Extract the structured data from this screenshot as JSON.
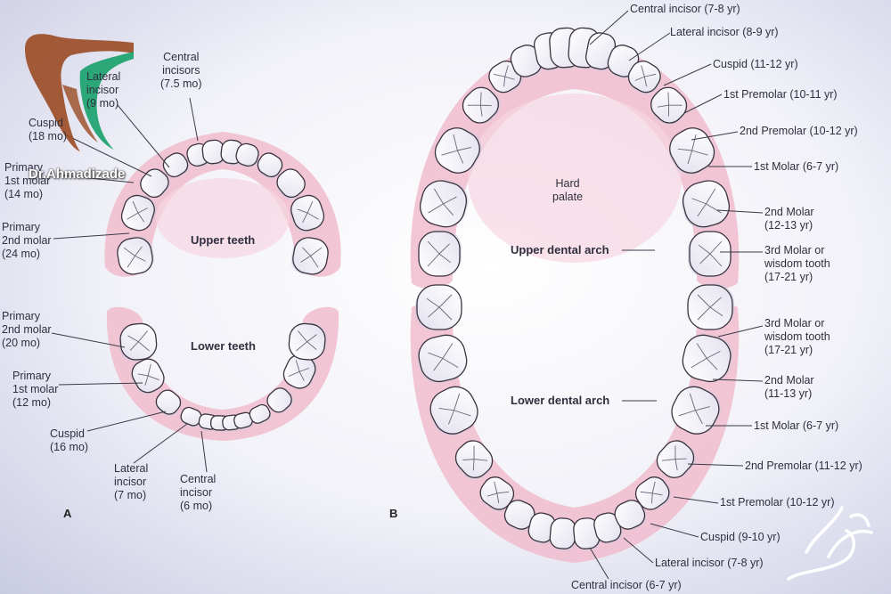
{
  "panel_a": {
    "letter": "A",
    "upper_teeth": "Upper teeth",
    "lower_teeth": "Lower teeth",
    "labels": {
      "central_incisors_upper": [
        "Central",
        "incisors",
        "(7.5 mo)"
      ],
      "lateral_incisor_upper": [
        "Lateral",
        "incisor",
        "(9 mo)"
      ],
      "cuspid_upper": [
        "Cuspid",
        "(18 mo)"
      ],
      "primary_1st_molar_upper": [
        "Primary",
        "1st molar",
        "(14 mo)"
      ],
      "primary_2nd_molar_upper": [
        "Primary",
        "2nd molar",
        "(24 mo)"
      ],
      "primary_2nd_molar_lower": [
        "Primary",
        "2nd molar",
        "(20 mo)"
      ],
      "primary_1st_molar_lower": [
        "Primary",
        "1st molar",
        "(12 mo)"
      ],
      "cuspid_lower": [
        "Cuspid",
        "(16 mo)"
      ],
      "lateral_incisor_lower": [
        "Lateral",
        "incisor",
        "(7 mo)"
      ],
      "central_incisor_lower": [
        "Central",
        "incisor",
        "(6 mo)"
      ]
    }
  },
  "panel_b": {
    "letter": "B",
    "hard_palate": [
      "Hard",
      "palate"
    ],
    "upper_dental_arch": "Upper dental arch",
    "lower_dental_arch": "Lower dental arch",
    "labels": {
      "central_incisor_upper": "Central incisor (7-8 yr)",
      "lateral_incisor_upper": "Lateral incisor (8-9 yr)",
      "cuspid_upper": "Cuspid (11-12 yr)",
      "first_premolar_upper": "1st Premolar (10-11 yr)",
      "second_premolar_upper": "2nd Premolar (10-12 yr)",
      "first_molar_upper": "1st Molar (6-7 yr)",
      "second_molar_upper": [
        "2nd Molar",
        "(12-13 yr)"
      ],
      "third_molar_upper": [
        "3rd Molar or",
        "wisdom tooth",
        "(17-21 yr)"
      ],
      "third_molar_lower": [
        "3rd Molar or",
        "wisdom tooth",
        "(17-21 yr)"
      ],
      "second_molar_lower": [
        "2nd Molar",
        "(11-13 yr)"
      ],
      "first_molar_lower": "1st Molar (6-7 yr)",
      "second_premolar_lower": "2nd Premolar (11-12 yr)",
      "first_premolar_lower": "1st Premolar (10-12 yr)",
      "cuspid_lower": "Cuspid (9-10 yr)",
      "lateral_incisor_lower": "Lateral incisor (7-8 yr)",
      "central_incisor_lower": "Central incisor (6-7 yr)"
    }
  },
  "watermark": {
    "name": "Dr.Ahmadizade",
    "logo_colors": {
      "brown": "#9a4a22",
      "green": "#16a06a"
    }
  },
  "colors": {
    "gum": "#e9a7bc",
    "gum_light": "#f7d9e3",
    "tooth_fill": "#ffffff",
    "tooth_stroke": "#3b3340",
    "tooth_shadow": "#cfcbe0"
  }
}
